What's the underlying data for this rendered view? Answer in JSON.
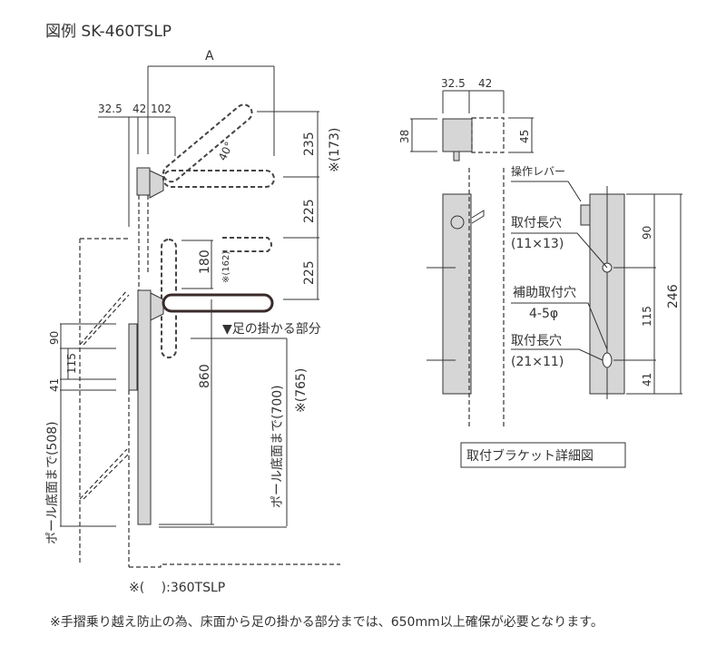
{
  "title": "図例 SK-460TSLP",
  "main_view": {
    "dim_A": "A",
    "dim_32_5": "32.5",
    "dim_42": "42",
    "dim_102": "102",
    "dim_235": "235",
    "dim_173": "※(173)",
    "dim_225a": "225",
    "dim_225b": "225",
    "angle": "40°",
    "dim_180": "180",
    "dim_162": "※(162)",
    "foot_label": "▼足の掛かる部分",
    "dim_860": "860",
    "dim_700": "ポール底面まで(700)",
    "dim_765": "※(765)",
    "dim_90": "90",
    "dim_115": "115",
    "dim_41": "41",
    "dim_508": "ポール底面まで(508)",
    "note_360": "※(　 ):360TSLP"
  },
  "bracket_detail": {
    "dim_32_5": "32.5",
    "dim_42": "42",
    "dim_38": "38",
    "dim_45": "45",
    "lever": "操作レバー",
    "slot1": "取付長穴",
    "slot1_size": "(11×13)",
    "aux_hole": "補助取付穴",
    "aux_size": "4-5φ",
    "slot2": "取付長穴",
    "slot2_size": "(21×11)",
    "dim_90": "90",
    "dim_115": "115",
    "dim_41": "41",
    "dim_246": "246",
    "caption": "取付ブラケット詳細図"
  },
  "footer_note": "※手摺乗り越え防止の為、床面から足の掛かる部分までは、650mm以上確保が必要となります。"
}
